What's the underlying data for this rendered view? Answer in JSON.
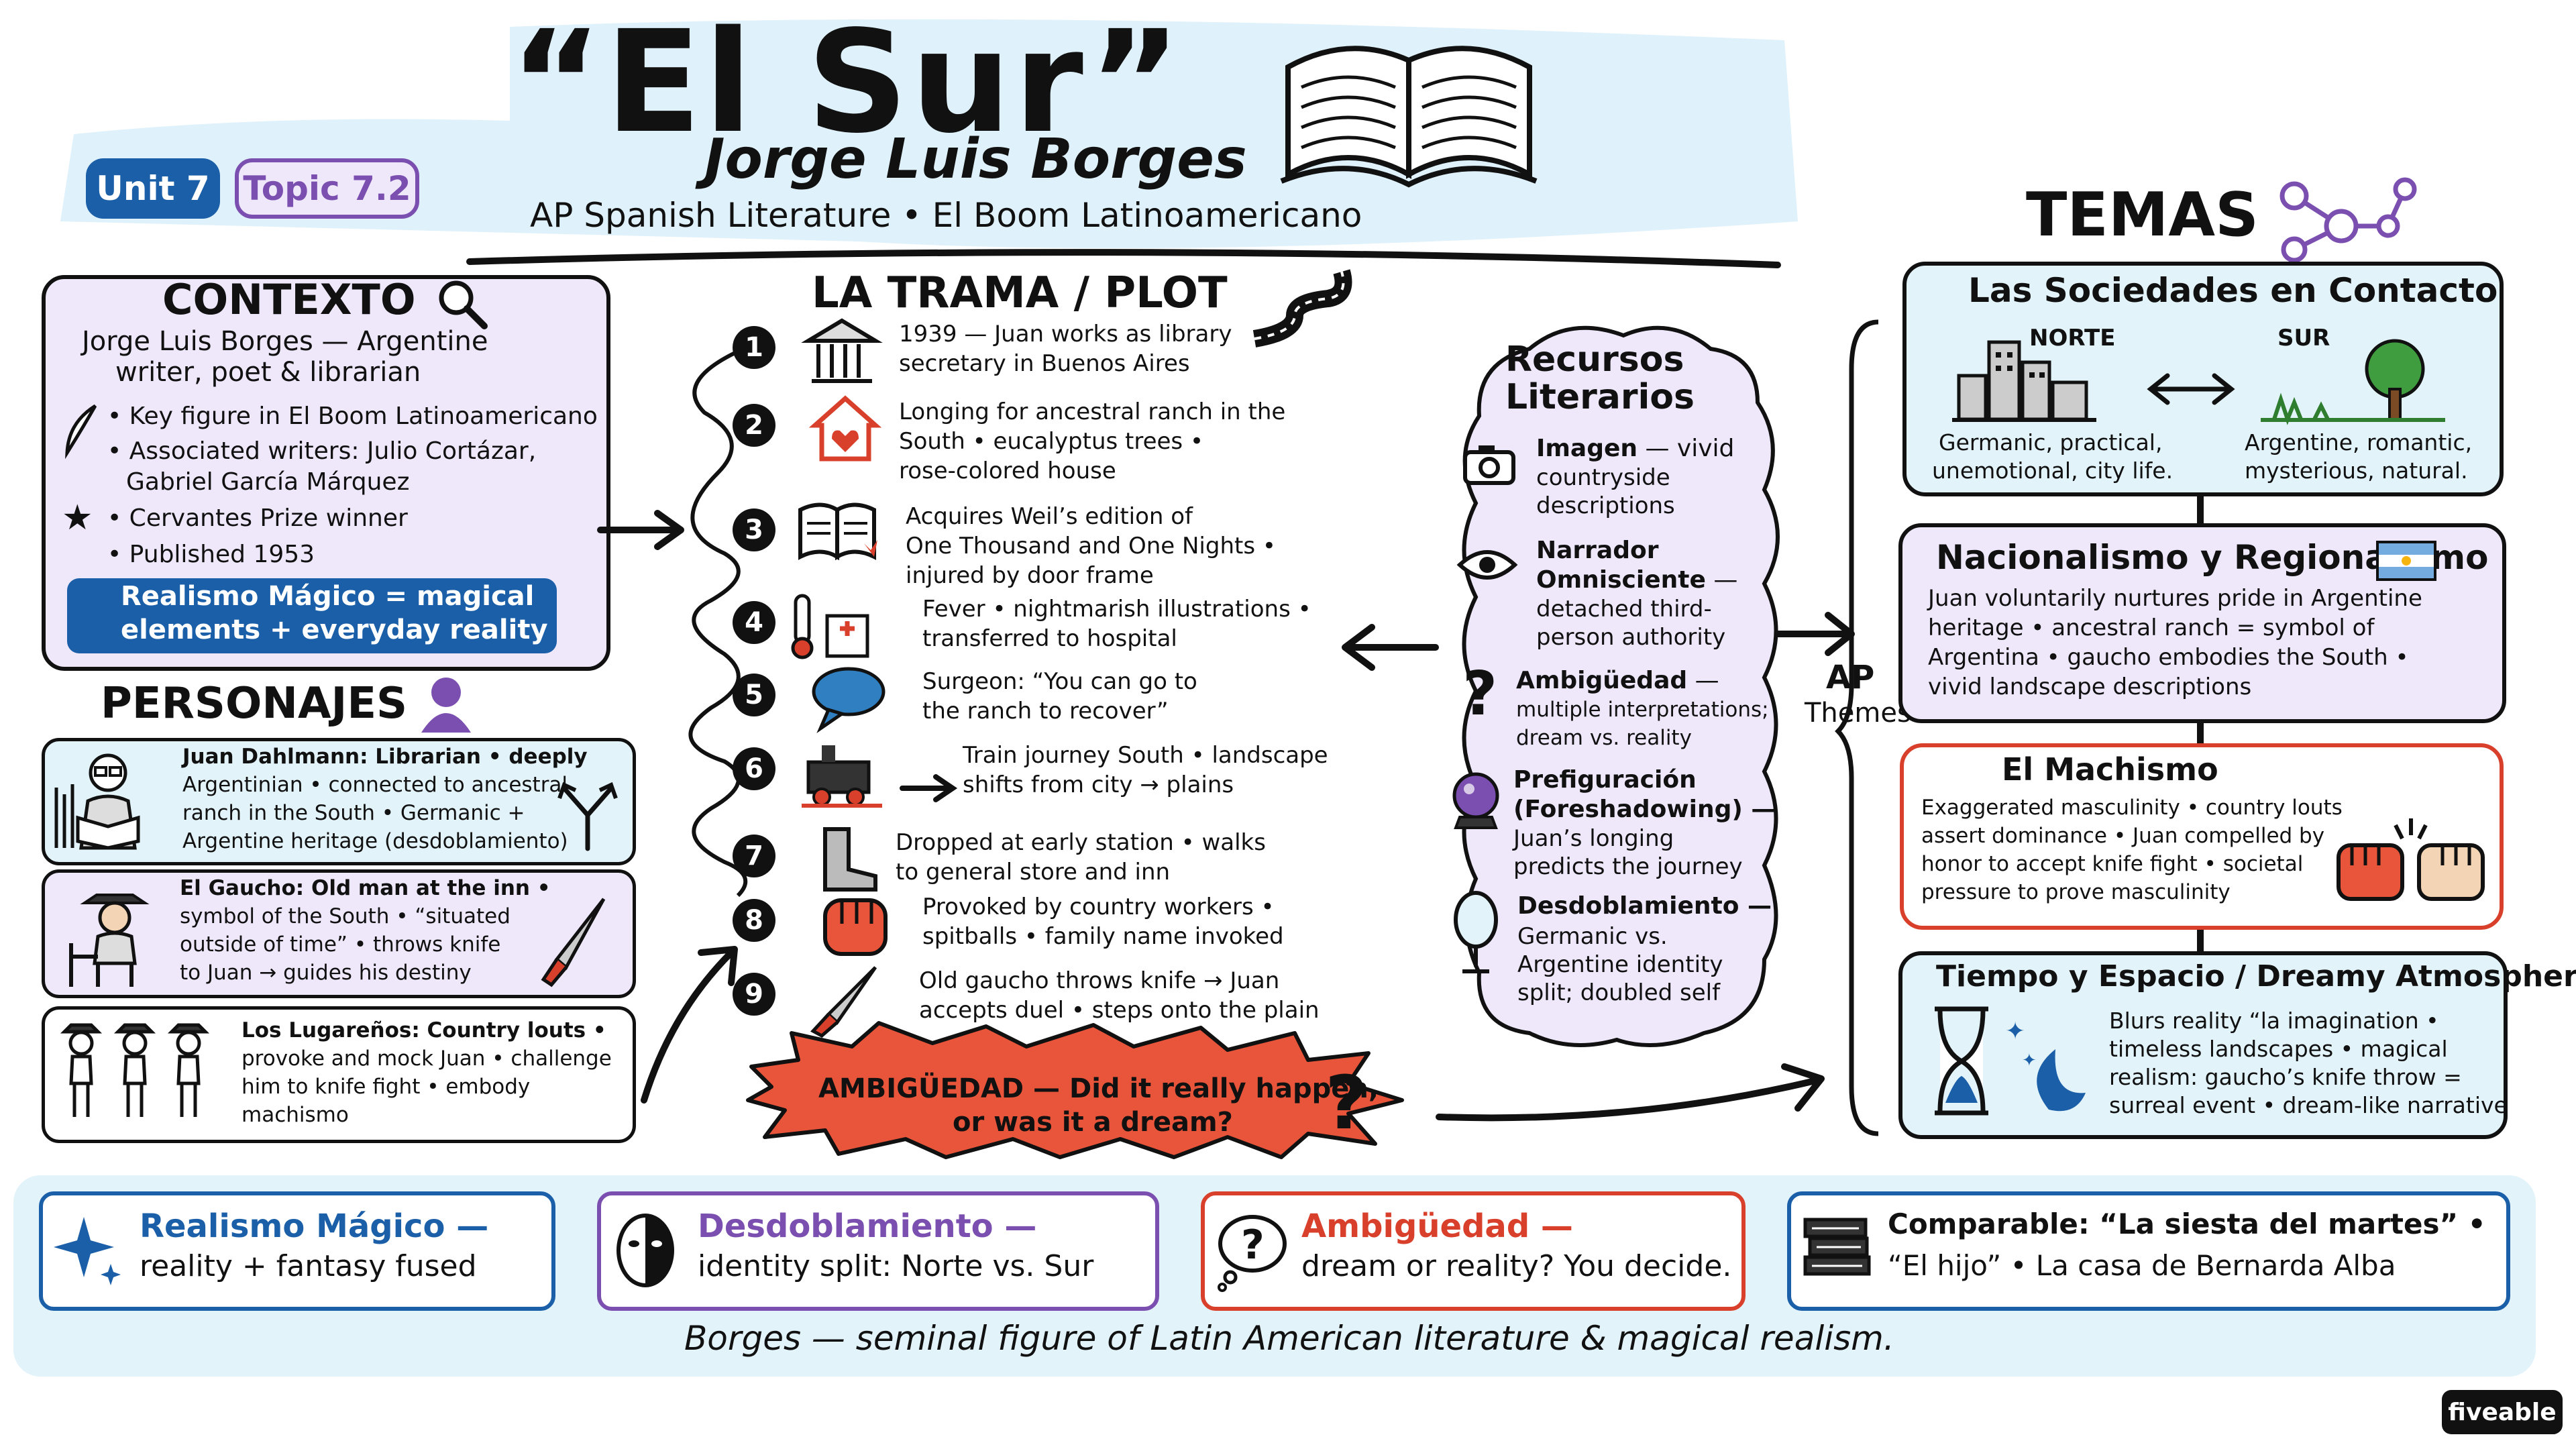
{
  "title": "“El Sur”",
  "author": "Jorge Luis Borges",
  "subtitle": "AP Spanish Literature • El Boom Latinoamericano",
  "badges": {
    "unit": "Unit 7",
    "topic": "Topic 7.2"
  },
  "contexto": {
    "heading": "CONTEXTO",
    "intro": [
      "Jorge Luis Borges — Argentine",
      "writer, poet & librarian"
    ],
    "bullets": [
      [
        "• Key figure in El Boom Latinoamericano"
      ],
      [
        "• Associated writers: Julio Cortázar,",
        "Gabriel García Márquez"
      ],
      [
        "• Cervantes Prize winner"
      ],
      [
        "• Published 1953"
      ]
    ],
    "callout": [
      "Realismo Mágico = magical",
      "elements + everyday reality"
    ]
  },
  "personajes": {
    "heading": "PERSONAJES",
    "items": [
      {
        "lines": [
          "Juan Dahlmann: Librarian • deeply",
          "Argentinian • connected to ancestral",
          "ranch in the South • Germanic +",
          "Argentine heritage (desdoblamiento)"
        ]
      },
      {
        "lines": [
          "El Gaucho: Old man at the inn •",
          "symbol of the South • “situated",
          "outside of time” • throws knife",
          "to Juan → guides his destiny"
        ]
      },
      {
        "lines": [
          "Los Lugareños: Country louts •",
          "provoke and mock Juan • challenge",
          "him to knife fight • embody",
          "machismo"
        ]
      }
    ]
  },
  "trama": {
    "heading": "LA TRAMA / PLOT",
    "steps": [
      {
        "n": "1",
        "lines": [
          "1939 — Juan works as library",
          "secretary in Buenos Aires"
        ],
        "icon": "library-building-icon"
      },
      {
        "n": "2",
        "lines": [
          "Longing for ancestral ranch in the",
          "South • eucalyptus trees •",
          "rose-colored house"
        ],
        "icon": "house-heart-icon"
      },
      {
        "n": "3",
        "lines": [
          "Acquires Weil’s edition of",
          "One Thousand and One Nights •",
          "injured by door frame"
        ],
        "icon": "open-book-icon"
      },
      {
        "n": "4",
        "lines": [
          "Fever • nightmarish illustrations •",
          "transferred to hospital"
        ],
        "icon": "thermometer-hospital-icon"
      },
      {
        "n": "5",
        "lines": [
          "Surgeon: “You can go to",
          "the ranch to recover”"
        ],
        "icon": "speech-bubble-icon"
      },
      {
        "n": "6",
        "lines": [
          "Train journey South • landscape",
          "shifts from city → plains"
        ],
        "icon": "train-icon"
      },
      {
        "n": "7",
        "lines": [
          "Dropped at early station • walks",
          "to general store and inn"
        ],
        "icon": "boot-icon"
      },
      {
        "n": "8",
        "lines": [
          "Provoked by country workers •",
          "spitballs • family name invoked"
        ],
        "icon": "fist-icon"
      },
      {
        "n": "9",
        "lines": [
          "Old gaucho throws knife → Juan",
          "accepts duel • steps onto the plain"
        ],
        "icon": "knife-icon"
      }
    ],
    "ambiguedad_burst": [
      "AMBIGÜEDAD — Did it really happen,",
      "or was it a dream?"
    ]
  },
  "recursos": {
    "heading": [
      "Recursos",
      "Literarios"
    ],
    "items": [
      {
        "title": "Imagen",
        "lines": [
          "Imagen — vivid",
          "countryside",
          "descriptions"
        ],
        "icon": "camera-icon"
      },
      {
        "title": "Narrador",
        "lines": [
          "Narrador",
          "Omnisciente —",
          "detached third-",
          "person authority"
        ],
        "icon": "eye-icon"
      },
      {
        "title": "Ambigüedad",
        "lines": [
          "Ambigüedad —",
          "multiple interpretations;",
          "dream vs. reality"
        ],
        "icon": "question-icon"
      },
      {
        "title": "Prefiguración",
        "lines": [
          "Prefiguración",
          "(Foreshadowing) —",
          "Juan’s longing",
          "predicts the journey"
        ],
        "icon": "crystal-ball-icon"
      },
      {
        "title": "Desdoblamiento",
        "lines": [
          "Desdoblamiento —",
          "Germanic vs.",
          "Argentine identity",
          "split; doubled self"
        ],
        "icon": "mirror-icon"
      }
    ]
  },
  "ap_themes_label": [
    "AP",
    "Themes"
  ],
  "temas": {
    "heading": "TEMAS",
    "sociedades": {
      "title": "Las Sociedades en Contacto",
      "norte": "NORTE",
      "sur": "SUR",
      "norte_desc": [
        "Germanic, practical,",
        "unemotional, city life."
      ],
      "sur_desc": [
        "Argentine, romantic,",
        "mysterious, natural."
      ]
    },
    "nacionalismo": {
      "title": "Nacionalismo y Regionalismo",
      "lines": [
        "Juan voluntarily nurtures pride in Argentine",
        "heritage • ancestral ranch = symbol of",
        "Argentina • gaucho embodies the South •",
        "vivid landscape descriptions"
      ]
    },
    "machismo": {
      "title": "El Machismo",
      "lines": [
        "Exaggerated masculinity • country louts",
        "assert dominance • Juan compelled by",
        "honor to accept knife fight • societal",
        "pressure to prove masculinity"
      ]
    },
    "tiempo": {
      "title": "Tiempo y Espacio / Dreamy Atmosphere",
      "lines": [
        "Blurs reality “la imagination •",
        "timeless landscapes • magical",
        "realism: gaucho’s knife throw =",
        "surreal event • dream-like narrative"
      ]
    }
  },
  "bottom_cards": [
    {
      "title": "Realismo Mágico —",
      "sub": "reality + fantasy fused",
      "color": "#1a5fa8",
      "icon": "sparkle-icon"
    },
    {
      "title": "Desdoblamiento —",
      "sub": "identity split: Norte vs. Sur",
      "color": "#7b4fb0",
      "icon": "half-face-mask-icon"
    },
    {
      "title": "Ambigüedad —",
      "sub": "dream or reality? You decide.",
      "color": "#d9402b",
      "icon": "thought-question-icon"
    },
    {
      "title": "Comparable: “La siesta del martes” •",
      "sub": "“El hijo” • La casa de Bernarda Alba",
      "color": "#1a5fa8",
      "icon": "book-stack-icon"
    }
  ],
  "footer": "Borges — seminal figure of Latin American literature & magical realism.",
  "watermark": "fiveable",
  "colors": {
    "blue": "#1a5fa8",
    "lavender": "#efe8fb",
    "light_blue": "#e3f3fa",
    "red": "#d9402b",
    "purple": "#7b4fb0",
    "burst": "#e8553a"
  }
}
